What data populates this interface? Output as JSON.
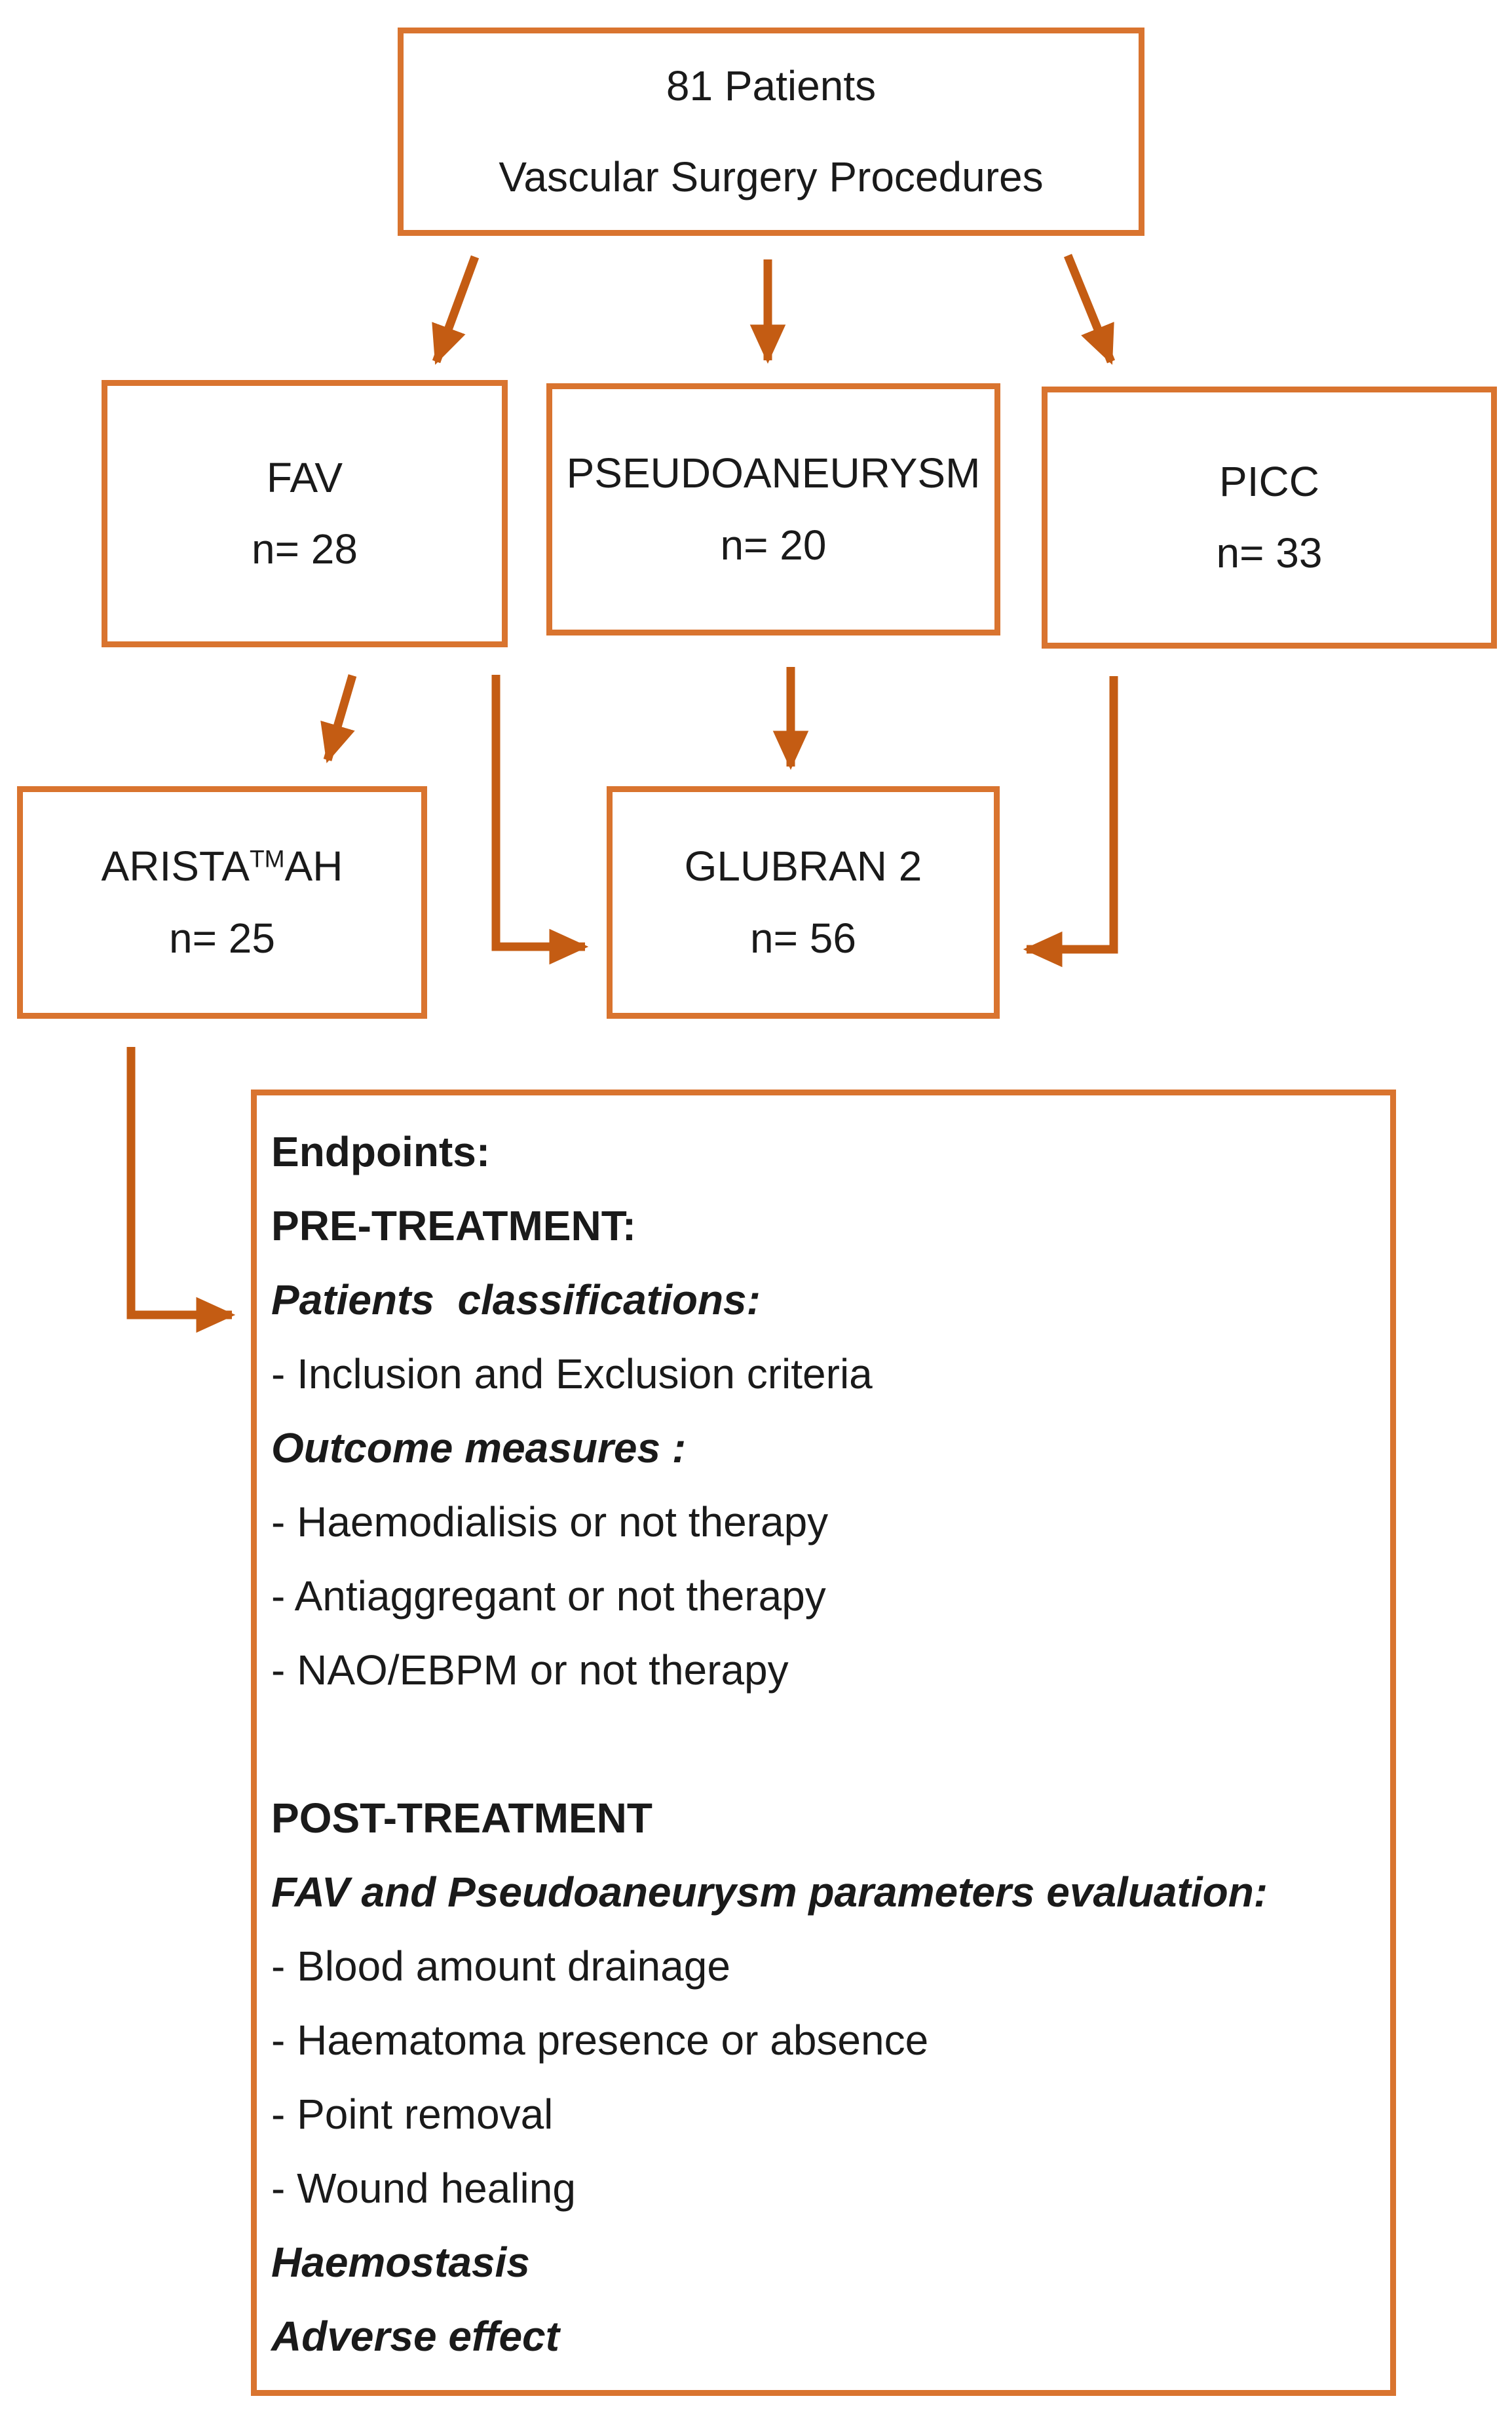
{
  "diagram": {
    "title_box": {
      "line1": "81 Patients",
      "line2": "Vascular Surgery Procedures"
    },
    "groups": {
      "fav": {
        "label": "FAV",
        "count": "n= 28"
      },
      "pseudoaneurysm": {
        "label": "PSEUDOANEURYSM",
        "count": "n= 20"
      },
      "picc": {
        "label": "PICC",
        "count": "n= 33"
      },
      "arista": {
        "label_prefix": "ARISTA",
        "label_sup": "TM",
        "label_suffix": "AH",
        "count": "n= 25"
      },
      "glubran": {
        "label": "GLUBRAN 2",
        "count": "n= 56"
      }
    },
    "endpoints": {
      "lines": [
        {
          "text": "Endpoints:",
          "style": "bold"
        },
        {
          "text": "PRE-TREATMENT:",
          "style": "bold"
        },
        {
          "text": "Patients  classifications:",
          "style": "bold-italic"
        },
        {
          "text": "- Inclusion and Exclusion criteria",
          "style": "regular"
        },
        {
          "text": "Outcome measures :",
          "style": "bold-italic"
        },
        {
          "text": "- Haemodialisis or not therapy",
          "style": "regular"
        },
        {
          "text": "- Antiaggregant or not therapy",
          "style": "regular"
        },
        {
          "text": "- NAO/EBPM or not therapy",
          "style": "regular"
        },
        {
          "text": "POST-TREATMENT",
          "style": "bold"
        },
        {
          "text": "FAV and Pseudoaneurysm parameters evaluation:",
          "style": "bold-italic"
        },
        {
          "text": "- Blood amount drainage",
          "style": "regular"
        },
        {
          "text": "- Haematoma presence or absence",
          "style": "regular"
        },
        {
          "text": "- Point removal",
          "style": "regular"
        },
        {
          "text": "- Wound healing",
          "style": "regular"
        },
        {
          "text": "Haemostasis",
          "style": "bold-italic"
        },
        {
          "text": "Adverse effect",
          "style": "bold-italic"
        }
      ]
    },
    "connections": [
      {
        "from": "patients",
        "to": "fav"
      },
      {
        "from": "patients",
        "to": "pseudoaneurysm"
      },
      {
        "from": "patients",
        "to": "picc"
      },
      {
        "from": "fav",
        "to": "arista"
      },
      {
        "from": "fav",
        "to": "glubran"
      },
      {
        "from": "pseudoaneurysm",
        "to": "glubran"
      },
      {
        "from": "picc",
        "to": "glubran"
      },
      {
        "from": "arista",
        "to": "endpoints"
      }
    ],
    "colors": {
      "box_border": "#d9742f",
      "arrow": "#c45c13",
      "text": "#1a1a1a",
      "background": "#ffffff"
    }
  }
}
